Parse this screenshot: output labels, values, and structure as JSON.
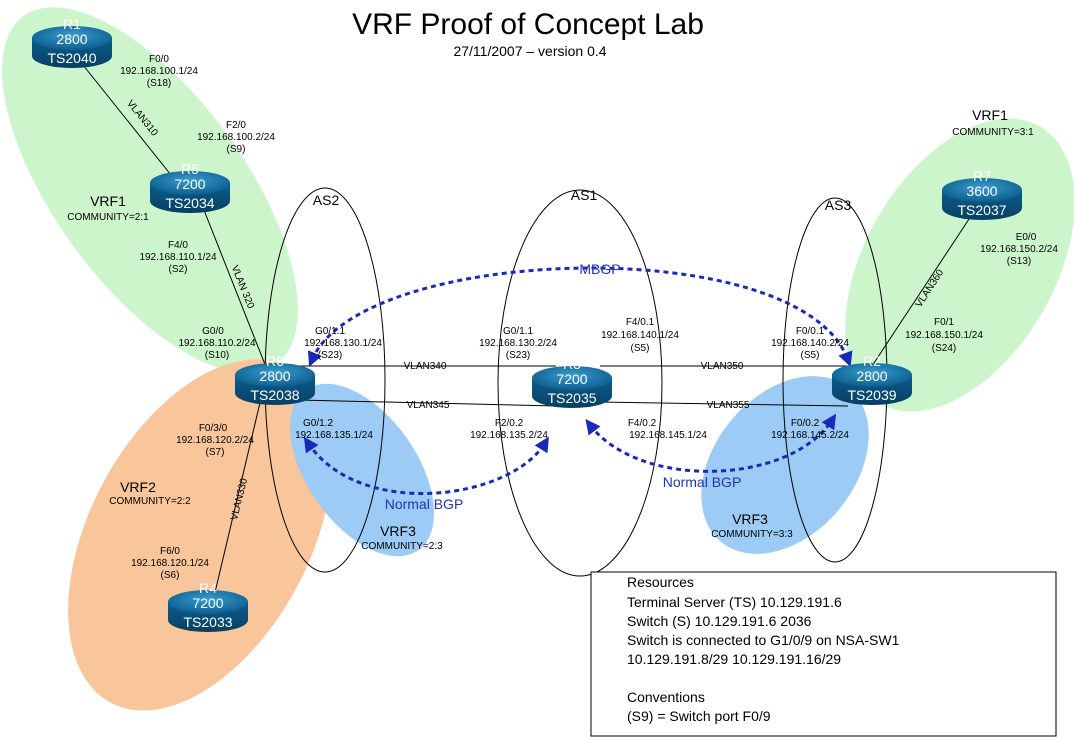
{
  "title": "VRF Proof of Concept Lab",
  "subtitle": "27/11/2007 – version 0.4",
  "colors": {
    "vrf1": "#ccf5cc",
    "vrf2": "#f9c59a",
    "vrf3": "#9ccbf5",
    "bgp_arrow": "#1a2ab8"
  },
  "routers": {
    "r1": {
      "name": "R1",
      "model": "2800",
      "ts": "TS2040"
    },
    "r5": {
      "name": "R5",
      "model": "7200",
      "ts": "TS2034"
    },
    "r6": {
      "name": "R6",
      "model": "2800",
      "ts": "TS2038"
    },
    "r4": {
      "name": "R4",
      "model": "7200",
      "ts": "TS2033"
    },
    "r3": {
      "name": "R3",
      "model": "7200",
      "ts": "TS2035"
    },
    "r2": {
      "name": "R2",
      "model": "2800",
      "ts": "TS2039"
    },
    "r7": {
      "name": "R7",
      "model": "3600",
      "ts": "TS2037"
    }
  },
  "vrfs": {
    "vrf1_left": {
      "name": "VRF1",
      "community": "COMMUNITY=2:1"
    },
    "vrf2": {
      "name": "VRF2",
      "community": "COMMUNITY=2:2"
    },
    "vrf3_left": {
      "name": "VRF3",
      "community": "COMMUNITY=2:3"
    },
    "vrf3_right": {
      "name": "VRF3",
      "community": "COMMUNITY=3:3"
    },
    "vrf1_right": {
      "name": "VRF1",
      "community": "COMMUNITY=3:1"
    }
  },
  "as": {
    "as1": "AS1",
    "as2": "AS2",
    "as3": "AS3"
  },
  "vlans": {
    "v310": "VLAN310",
    "v320": "VLAN 320",
    "v330": "VLAN330",
    "v340": "VLAN340",
    "v345": "VLAN345",
    "v350": "VLAN350",
    "v355": "VLAN355",
    "v360": "VLAN360"
  },
  "interfaces": {
    "r1_f00": {
      "iface": "F0/0",
      "ip": "192.168.100.1/24",
      "port": "(S18)"
    },
    "r5_f20": {
      "iface": "F2/0",
      "ip": "192.168.100.2/24",
      "port": "(S9)"
    },
    "r5_f40": {
      "iface": "F4/0",
      "ip": "192.168.110.1/24",
      "port": "(S2)"
    },
    "r6_g00": {
      "iface": "G0/0",
      "ip": "192.168.110.2/24",
      "port": "(S10)"
    },
    "r6_g011": {
      "iface": "G0/1.1",
      "ip": "192.168.130.1/24",
      "port": "(S23)"
    },
    "r3_g011": {
      "iface": "G0/1.1",
      "ip": "192.168.130.2/24",
      "port": "(S23)"
    },
    "r3_f401": {
      "iface": "F4/0.1",
      "ip": "192.168.140.1/24",
      "port": "(S5)"
    },
    "r2_f001": {
      "iface": "F0/0.1",
      "ip": "192.168.140.2/24",
      "port": "(S5)"
    },
    "r2_f01": {
      "iface": "F0/1",
      "ip": "192.168.150.1/24",
      "port": "(S24)"
    },
    "r7_e00": {
      "iface": "E0/0",
      "ip": "192.168.150.2/24",
      "port": "(S13)"
    },
    "r6_f030": {
      "iface": "F0/3/0",
      "ip": "192.168.120.2/24",
      "port": "(S7)"
    },
    "r6_g012": {
      "iface": "G0/1.2",
      "ip": "192.168.135.1/24"
    },
    "r3_f202": {
      "iface": "F2/0.2",
      "ip": "192.168.135.2/24"
    },
    "r3_f402": {
      "iface": "F4/0.2",
      "ip": "192.168.145.1/24"
    },
    "r2_f002": {
      "iface": "F0/0.2",
      "ip": "192.168.145.2/24"
    },
    "r4_f60": {
      "iface": "F6/0",
      "ip": "192.168.120.1/24",
      "port": "(S6)"
    }
  },
  "bgp": {
    "mbgp": "MBGP",
    "normal_left": "Normal BGP",
    "normal_right": "Normal BGP"
  },
  "resources": {
    "heading": "Resources",
    "lines": [
      "Terminal Server (TS) 10.129.191.6",
      "Switch (S) 10.129.191.6 2036",
      "Switch is connected to G1/0/9 on NSA-SW1",
      "10.129.191.8/29 10.129.191.16/29"
    ],
    "conventions_heading": "Conventions",
    "conventions": [
      "(S9) = Switch port F0/9"
    ]
  }
}
